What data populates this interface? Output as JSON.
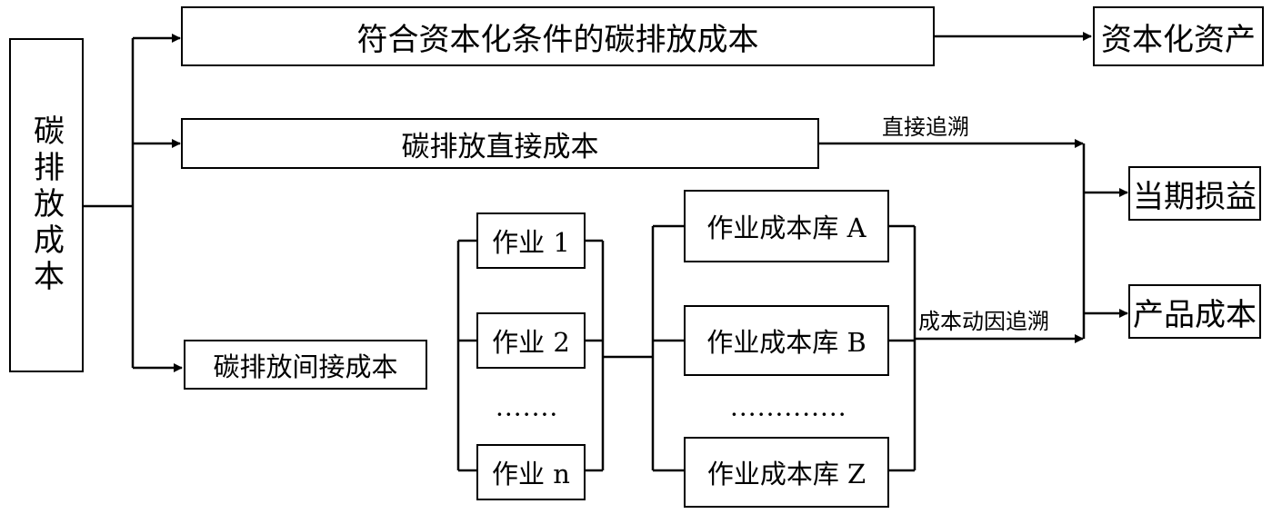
{
  "diagram": {
    "root": "碳排放成本",
    "capitalizable_cost": "符合资本化条件的碳排放成本",
    "capitalized_asset": "资本化资产",
    "direct_cost": "碳排放直接成本",
    "direct_trace_label": "直接追溯",
    "current_pl": "当期损益",
    "indirect_cost": "碳排放间接成本",
    "activities": [
      "作业 1",
      "作业 2",
      "作业 n"
    ],
    "activity_ellipsis": "·······",
    "cost_pools": [
      "作业成本库 A",
      "作业成本库 B",
      "作业成本库 Z"
    ],
    "pool_ellipsis": "·············",
    "driver_trace_label": "成本动因追溯",
    "product_cost": "产品成本"
  }
}
